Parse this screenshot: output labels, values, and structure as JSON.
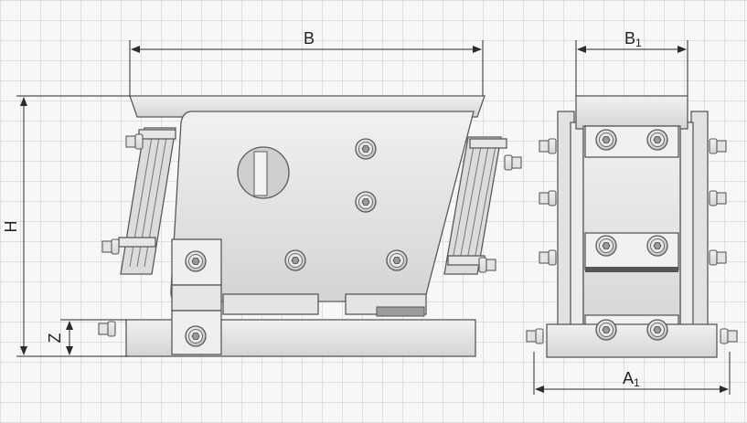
{
  "dimensions": {
    "B": "B",
    "B1_base": "B",
    "B1_sub": "1",
    "A1_base": "A",
    "A1_sub": "1",
    "H": "H",
    "Z": "Z"
  },
  "colors": {
    "background": "#f7f7f7",
    "grid": "#c9c9c9",
    "metal_light": "#ececec",
    "metal_mid": "#d9d9d9",
    "metal_dark": "#b9b9b9",
    "outline": "#5a5a5a",
    "dimension": "#2a2a2a"
  }
}
